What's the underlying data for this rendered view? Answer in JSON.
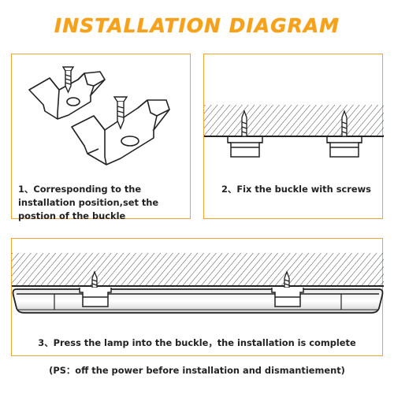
{
  "title": "INSTALLATION DIAGRAM",
  "steps": [
    {
      "number": "1、",
      "text": "Corresponding to the installation position,set the postion of the buckle"
    },
    {
      "number": "2、",
      "text": "Fix the buckle with screws"
    },
    {
      "number": "3、",
      "text": "Press the lamp into the buckle，the installation is complete"
    }
  ],
  "note": "(PS：off the power before installation and dismantiement)",
  "colors": {
    "accent": "#f5a21a",
    "border": "#f0a434",
    "line": "#222222"
  },
  "icons": [
    "screw-icon",
    "mounting-clip-icon",
    "ceiling-hatch",
    "lamp-housing"
  ]
}
